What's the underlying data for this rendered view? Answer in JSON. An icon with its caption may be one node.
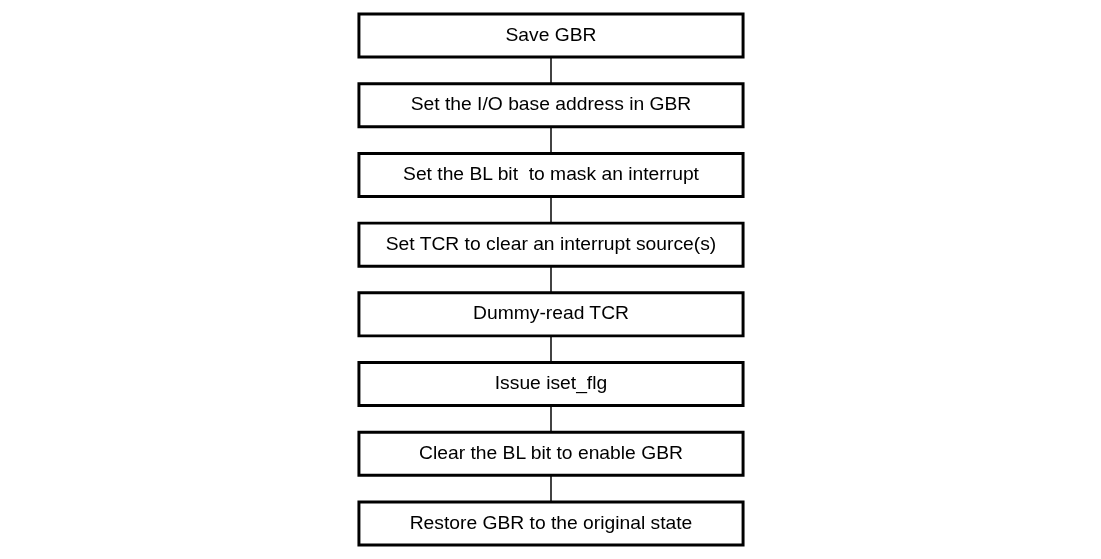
{
  "diagram": {
    "nodes": [
      {
        "text": [
          "Save GBR"
        ]
      },
      {
        "text": [
          "Set the I/O base address in GBR"
        ]
      },
      {
        "text": [
          "Set the BL bit  to mask an interrupt"
        ]
      },
      {
        "text": [
          "Set TCR to clear an interrupt source(s)"
        ]
      },
      {
        "text": [
          "Dummy-read TCR"
        ]
      },
      {
        "text": [
          "Issue iset_flg"
        ]
      },
      {
        "text": [
          "Clear the BL bit to enable GBR"
        ]
      },
      {
        "text": [
          "Restore GBR to the original state"
        ]
      }
    ],
    "edges": [
      {
        "from": 0,
        "to": 1,
        "arrow": "none"
      },
      {
        "from": 1,
        "to": 2,
        "arrow": "none"
      },
      {
        "from": 2,
        "to": 3,
        "arrow": "none"
      },
      {
        "from": 3,
        "to": 4,
        "arrow": "none"
      },
      {
        "from": 4,
        "to": 5,
        "arrow": "none"
      },
      {
        "from": 5,
        "to": 6,
        "arrow": "none"
      },
      {
        "from": 6,
        "to": 7,
        "arrow": "none"
      }
    ]
  }
}
